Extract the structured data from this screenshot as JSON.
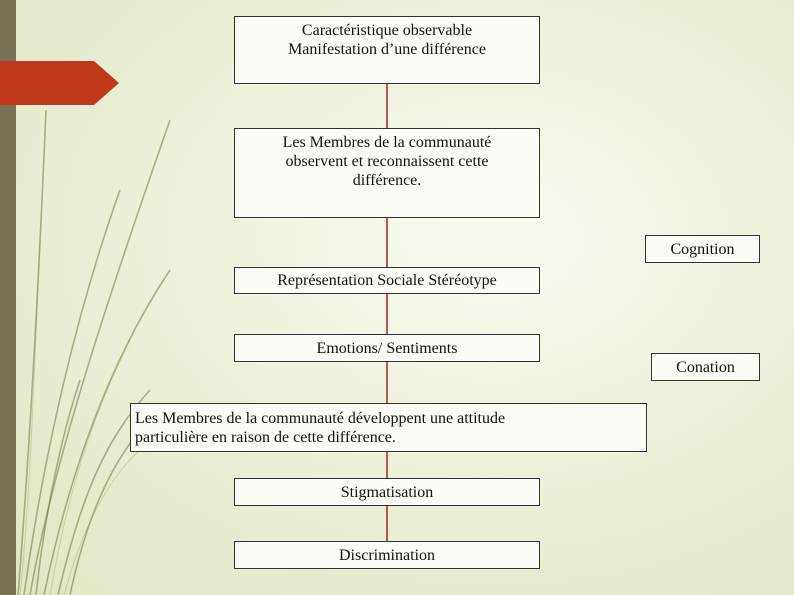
{
  "flow": {
    "steps": [
      {
        "id": "caracteristique",
        "text": "Caractéristique  observable\nManifestation d’une différence"
      },
      {
        "id": "membres-observent",
        "text": "Les Membres de la communauté\nobservent et reconnaissent cette\ndifférence."
      },
      {
        "id": "representation",
        "text": "Représentation Sociale Stéréotype"
      },
      {
        "id": "emotions",
        "text": "Emotions/ Sentiments"
      },
      {
        "id": "membres-attitude",
        "text": "Les Membres de la communauté développent une attitude\nparticulière en raison de cette différence."
      },
      {
        "id": "stigmatisation",
        "text": "Stigmatisation"
      },
      {
        "id": "discrimination",
        "text": "Discrimination"
      }
    ],
    "labels": {
      "cognition": "Cognition",
      "conation": "Conation"
    }
  },
  "colors": {
    "connector": "#a33420",
    "accent_tab": "#c0391b",
    "side_bar": "#7a7257"
  }
}
